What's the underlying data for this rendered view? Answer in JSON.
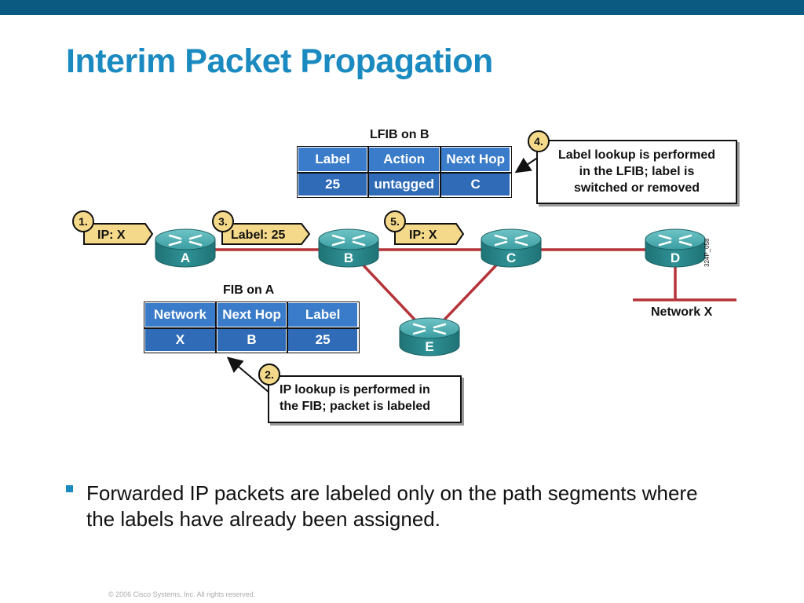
{
  "title": "Interim Packet Propagation",
  "lfib": {
    "caption": "LFIB on B",
    "headers": [
      "Label",
      "Action",
      "Next Hop"
    ],
    "row": [
      "25",
      "untagged",
      "C"
    ]
  },
  "fib": {
    "caption": "FIB on A",
    "headers": [
      "Network",
      "Next Hop",
      "Label"
    ],
    "row": [
      "X",
      "B",
      "25"
    ]
  },
  "routers": [
    {
      "id": "A",
      "label": "A"
    },
    {
      "id": "B",
      "label": "B"
    },
    {
      "id": "C",
      "label": "C"
    },
    {
      "id": "D",
      "label": "D"
    },
    {
      "id": "E",
      "label": "E"
    }
  ],
  "packets": [
    {
      "step": "1.",
      "text": "IP: X"
    },
    {
      "step": "3.",
      "text": "Label: 25"
    },
    {
      "step": "5.",
      "text": "IP: X"
    }
  ],
  "callouts": {
    "step2": {
      "step": "2.",
      "lines": [
        "IP lookup is performed in",
        "the FIB; packet is labeled"
      ]
    },
    "step4": {
      "step": "4.",
      "lines": [
        "Label lookup is performed",
        "in the LFIB; label is",
        "switched or removed"
      ]
    }
  },
  "network_label": "Network X",
  "figure_id": "324P_058",
  "bullet": "Forwarded IP packets are labeled only on the path segments where the labels have already been assigned.",
  "footer": "© 2006 Cisco Systems, Inc. All rights reserved.",
  "colors": {
    "title": "#1a8ac0",
    "top_bar": "#0b5a82",
    "link": "#b5343a",
    "router": "#2a8b8e",
    "table": "#3a7cc9",
    "packet": "#f5d98a"
  }
}
